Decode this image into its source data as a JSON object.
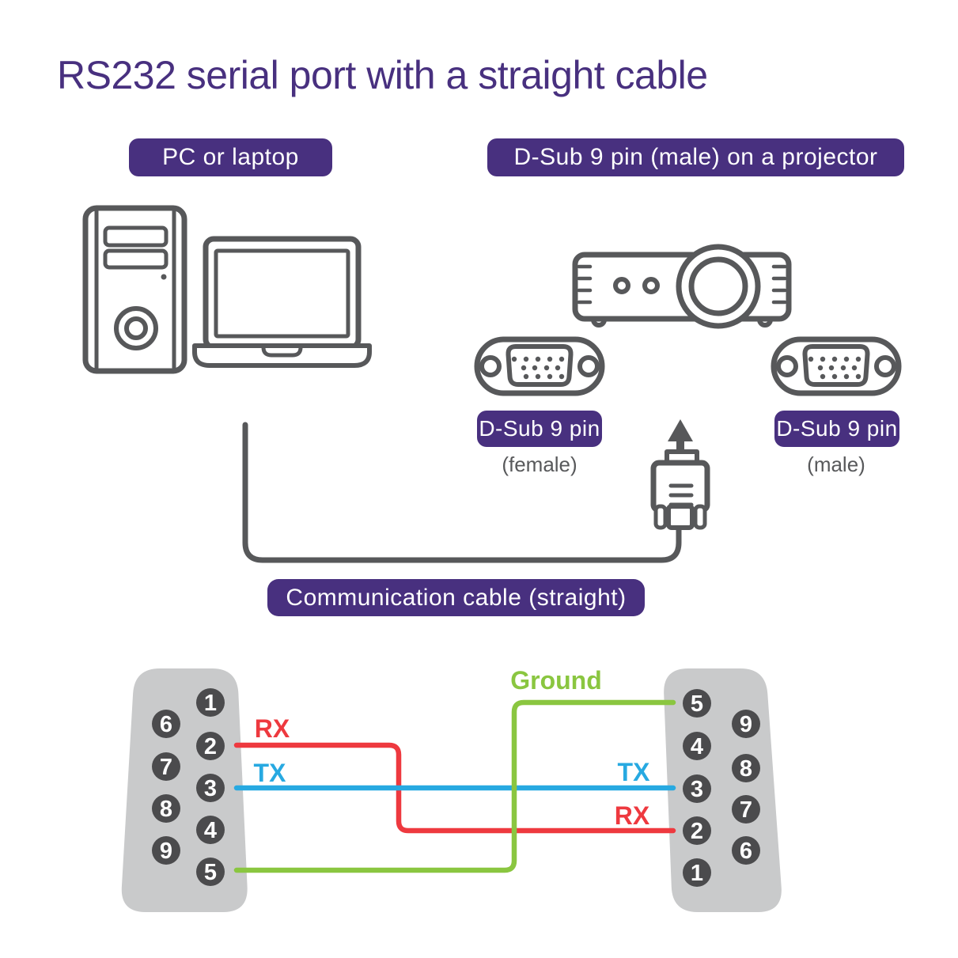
{
  "title": "RS232 serial port with a straight cable",
  "badges": {
    "pc": "PC or laptop",
    "projector_port": "D-Sub 9 pin (male) on a  projector",
    "dsub_female_label": "D-Sub 9 pin",
    "dsub_female_sub": "(female)",
    "dsub_male_label": "D-Sub 9 pin",
    "dsub_male_sub": "(male)",
    "cable": "Communication cable (straight)"
  },
  "colors": {
    "brand_purple": "#48307f",
    "device_gray": "#57585a",
    "connector_gray": "#c9cacb",
    "pin_gray": "#4b4b4d",
    "rx_red": "#ee393f",
    "tx_blue": "#27a9e1",
    "ground_green": "#8ac640"
  },
  "wiring": {
    "left": {
      "inner": [
        "1",
        "2",
        "3",
        "4",
        "5"
      ],
      "outer": [
        "6",
        "7",
        "8",
        "9"
      ]
    },
    "right": {
      "inner": [
        "5",
        "4",
        "3",
        "2",
        "1"
      ],
      "outer": [
        "9",
        "8",
        "7",
        "6"
      ]
    },
    "labels": {
      "rx_left": "RX",
      "tx_left": "TX",
      "ground": "Ground",
      "tx_right": "TX",
      "rx_right": "RX"
    },
    "connections": [
      {
        "from_pin": "2",
        "to_pin": "2",
        "signal": "RX",
        "color": "red"
      },
      {
        "from_pin": "3",
        "to_pin": "3",
        "signal": "TX",
        "color": "blue"
      },
      {
        "from_pin": "5",
        "to_pin": "5",
        "signal": "Ground",
        "color": "green"
      }
    ]
  }
}
